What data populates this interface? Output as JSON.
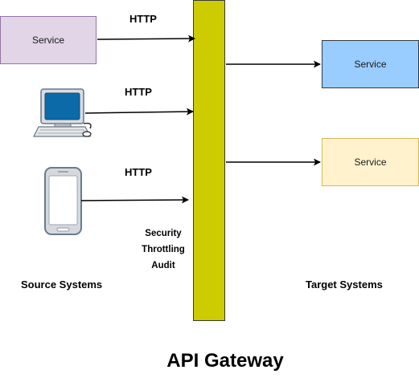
{
  "diagram": {
    "source_service": "Service",
    "target_service_1": "Service",
    "target_service_2": "Service",
    "http_labels": [
      "HTTP",
      "HTTP",
      "HTTP"
    ],
    "gateway_policies": [
      "Security",
      "Throttling",
      "Audit"
    ],
    "source_caption": "Source Systems",
    "target_caption": "Target Systems",
    "gateway_title": "API Gateway",
    "colors": {
      "source_service_fill": "#e1d5e7",
      "target_service_1_fill": "#99ccff",
      "target_service_2_fill": "#fff2cc",
      "gateway_fill": "#cccc00"
    },
    "icons": [
      "desktop-computer-icon",
      "mobile-phone-icon"
    ]
  }
}
